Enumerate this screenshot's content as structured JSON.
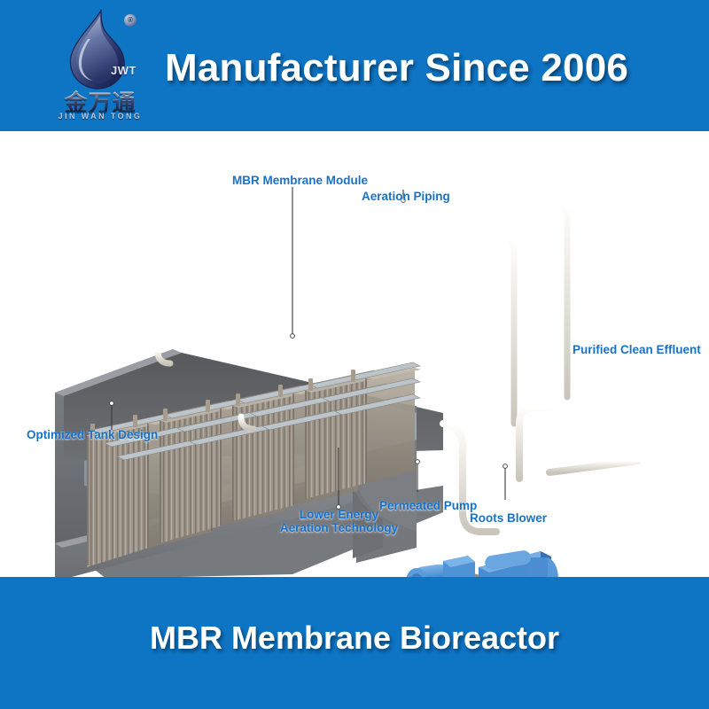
{
  "header": {
    "title": "Manufacturer Since 2006",
    "bg_color": "#0e74c4",
    "logo": {
      "mark_name": "water-drop-jwt-logo",
      "jwt_text": "JWT",
      "registered_mark": "®",
      "chinese_name": "金万通",
      "pinyin": "JIN WAN TONG"
    }
  },
  "illustration": {
    "alt_name": "mbr-membrane-bioreactor-3d-diagram",
    "labels": [
      {
        "id": "mbr-membrane-module",
        "text": "MBR Membrane Module"
      },
      {
        "id": "aeration-piping",
        "text": "Aeration Piping"
      },
      {
        "id": "purified-clean-effluent",
        "text": "Purified Clean Effluent"
      },
      {
        "id": "optimized-tank-design",
        "text": "Optimized Tank Design"
      },
      {
        "id": "lower-energy-aeration-technology-line1",
        "text": "Lower Energy"
      },
      {
        "id": "lower-energy-aeration-technology-line2",
        "text": "Aeration Technology"
      },
      {
        "id": "permeated-pump",
        "text": "Permeated Pump"
      },
      {
        "id": "roots-blower",
        "text": "Roots Blower"
      }
    ],
    "label_color": "#1a72c8",
    "tank_color": "#6e7175",
    "pipe_color": "#e6e3dc",
    "equipment_color": "#3f86d0",
    "membrane_module_count": 4
  },
  "footer": {
    "title": "MBR Membrane Bioreactor",
    "bg_color": "#0e74c4"
  }
}
